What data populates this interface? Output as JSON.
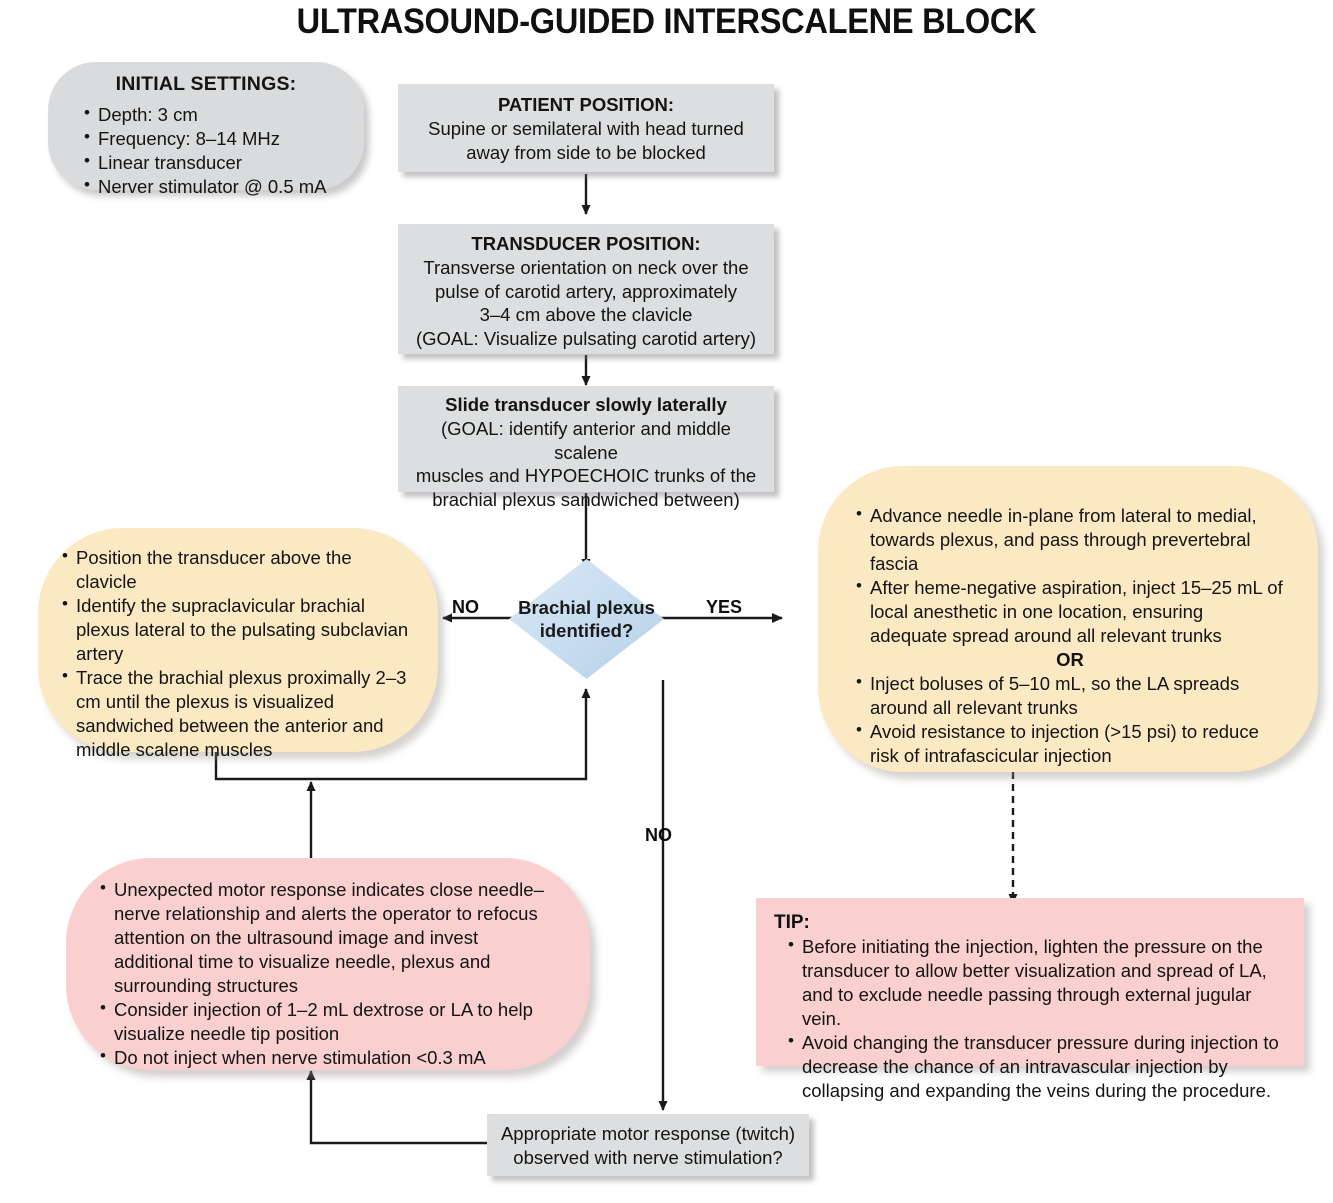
{
  "title": "ULTRASOUND-GUIDED INTERSCALENE BLOCK",
  "colors": {
    "grey_fill": "#dcdedf",
    "yellow_fill": "#fbe9c3",
    "pink_fill": "#f9cfcf",
    "diamond_fill": "#c6dcf0",
    "line": "#1a1a1a"
  },
  "nodes": {
    "initial_settings": {
      "heading": "INITIAL SETTINGS:",
      "bullets": [
        "Depth: 3 cm",
        "Frequency: 8–14 MHz",
        "Linear transducer",
        "Nerver stimulator @ 0.5 mA"
      ]
    },
    "patient_position": {
      "heading": "PATIENT POSITION:",
      "lines": [
        "Supine or semilateral with head turned",
        "away from side to be blocked"
      ]
    },
    "transducer_position": {
      "heading": "TRANSDUCER POSITION:",
      "lines": [
        "Transverse orientation on neck over the",
        "pulse of carotid artery, approximately",
        "3–4 cm above the clavicle",
        "(GOAL: Visualize pulsating carotid artery)"
      ]
    },
    "slide_transducer": {
      "heading": "Slide transducer slowly laterally",
      "lines": [
        "(GOAL: identify anterior and middle scalene",
        "muscles and HYPOECHOIC trunks of the",
        "brachial plexus sandwiched between)"
      ]
    },
    "decision": {
      "line1": "Brachial plexus",
      "line2": "identified?"
    },
    "no_branch": {
      "bullets": [
        "Position the transducer above the clavicle",
        "Identify the supraclavicular brachial plexus lateral to the pulsating subclavian artery",
        "Trace the brachial plexus proximally 2–3 cm until the plexus is visualized sandwiched between the anterior and middle scalene muscles"
      ]
    },
    "yes_branch": {
      "bullets": [
        "Advance needle in-plane from lateral to medial, towards plexus, and pass through prevertebral fascia",
        "After heme-negative aspiration, inject 15–25 mL of local anesthetic in one location, ensuring adequate spread around all relevant trunks"
      ],
      "or_label": "OR",
      "bullets2": [
        "Inject boluses of 5–10 mL, so the LA spreads around all relevant trunks",
        "Avoid resistance to injection (>15 psi) to reduce risk of intrafascicular injection"
      ]
    },
    "motor_response_advice": {
      "bullets": [
        "Unexpected motor response indicates close needle–nerve relationship and alerts the operator to refocus attention on the ultrasound image and invest additional time to visualize needle, plexus and surrounding structures",
        "Consider injection of 1–2 mL dextrose or LA to help visualize needle tip position",
        "Do not inject when nerve stimulation <0.3 mA"
      ]
    },
    "tip": {
      "heading": "TIP:",
      "bullets": [
        "Before initiating the injection, lighten the pressure on the transducer to allow better visualization and spread of LA, and to exclude needle passing through external jugular vein.",
        "Avoid changing the transducer pressure during injection to decrease the chance of an intravascular injection by collapsing and expanding the veins during the procedure."
      ]
    },
    "twitch_question": {
      "lines": [
        "Appropriate motor response (twitch)",
        "observed with nerve stimulation?"
      ]
    }
  },
  "edge_labels": {
    "no_left": "NO",
    "yes_right": "YES",
    "no_down": "NO"
  }
}
